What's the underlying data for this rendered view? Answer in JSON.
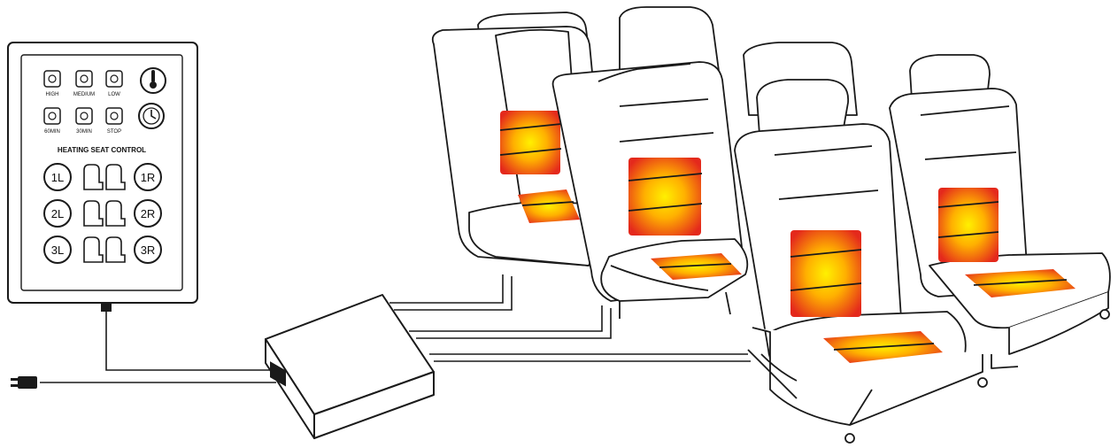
{
  "panel": {
    "buttons_row1": [
      "HIGH",
      "MEDIUM",
      "LOW"
    ],
    "buttons_row2": [
      "60MIN",
      "30MIN",
      "STOP"
    ],
    "title": "HEATING SEAT CONTROL",
    "seat_buttons": [
      {
        "left": "1L",
        "right": "1R"
      },
      {
        "left": "2L",
        "right": "2R"
      },
      {
        "left": "3L",
        "right": "3R"
      }
    ],
    "icons": [
      "thermometer-icon",
      "timer-icon",
      "seat-icon",
      "plug-icon"
    ]
  },
  "colors": {
    "line": "#1a1a1a",
    "heat_hot": "#ffe800",
    "heat_mid": "#ffa200",
    "heat_edge": "#e4291c"
  }
}
